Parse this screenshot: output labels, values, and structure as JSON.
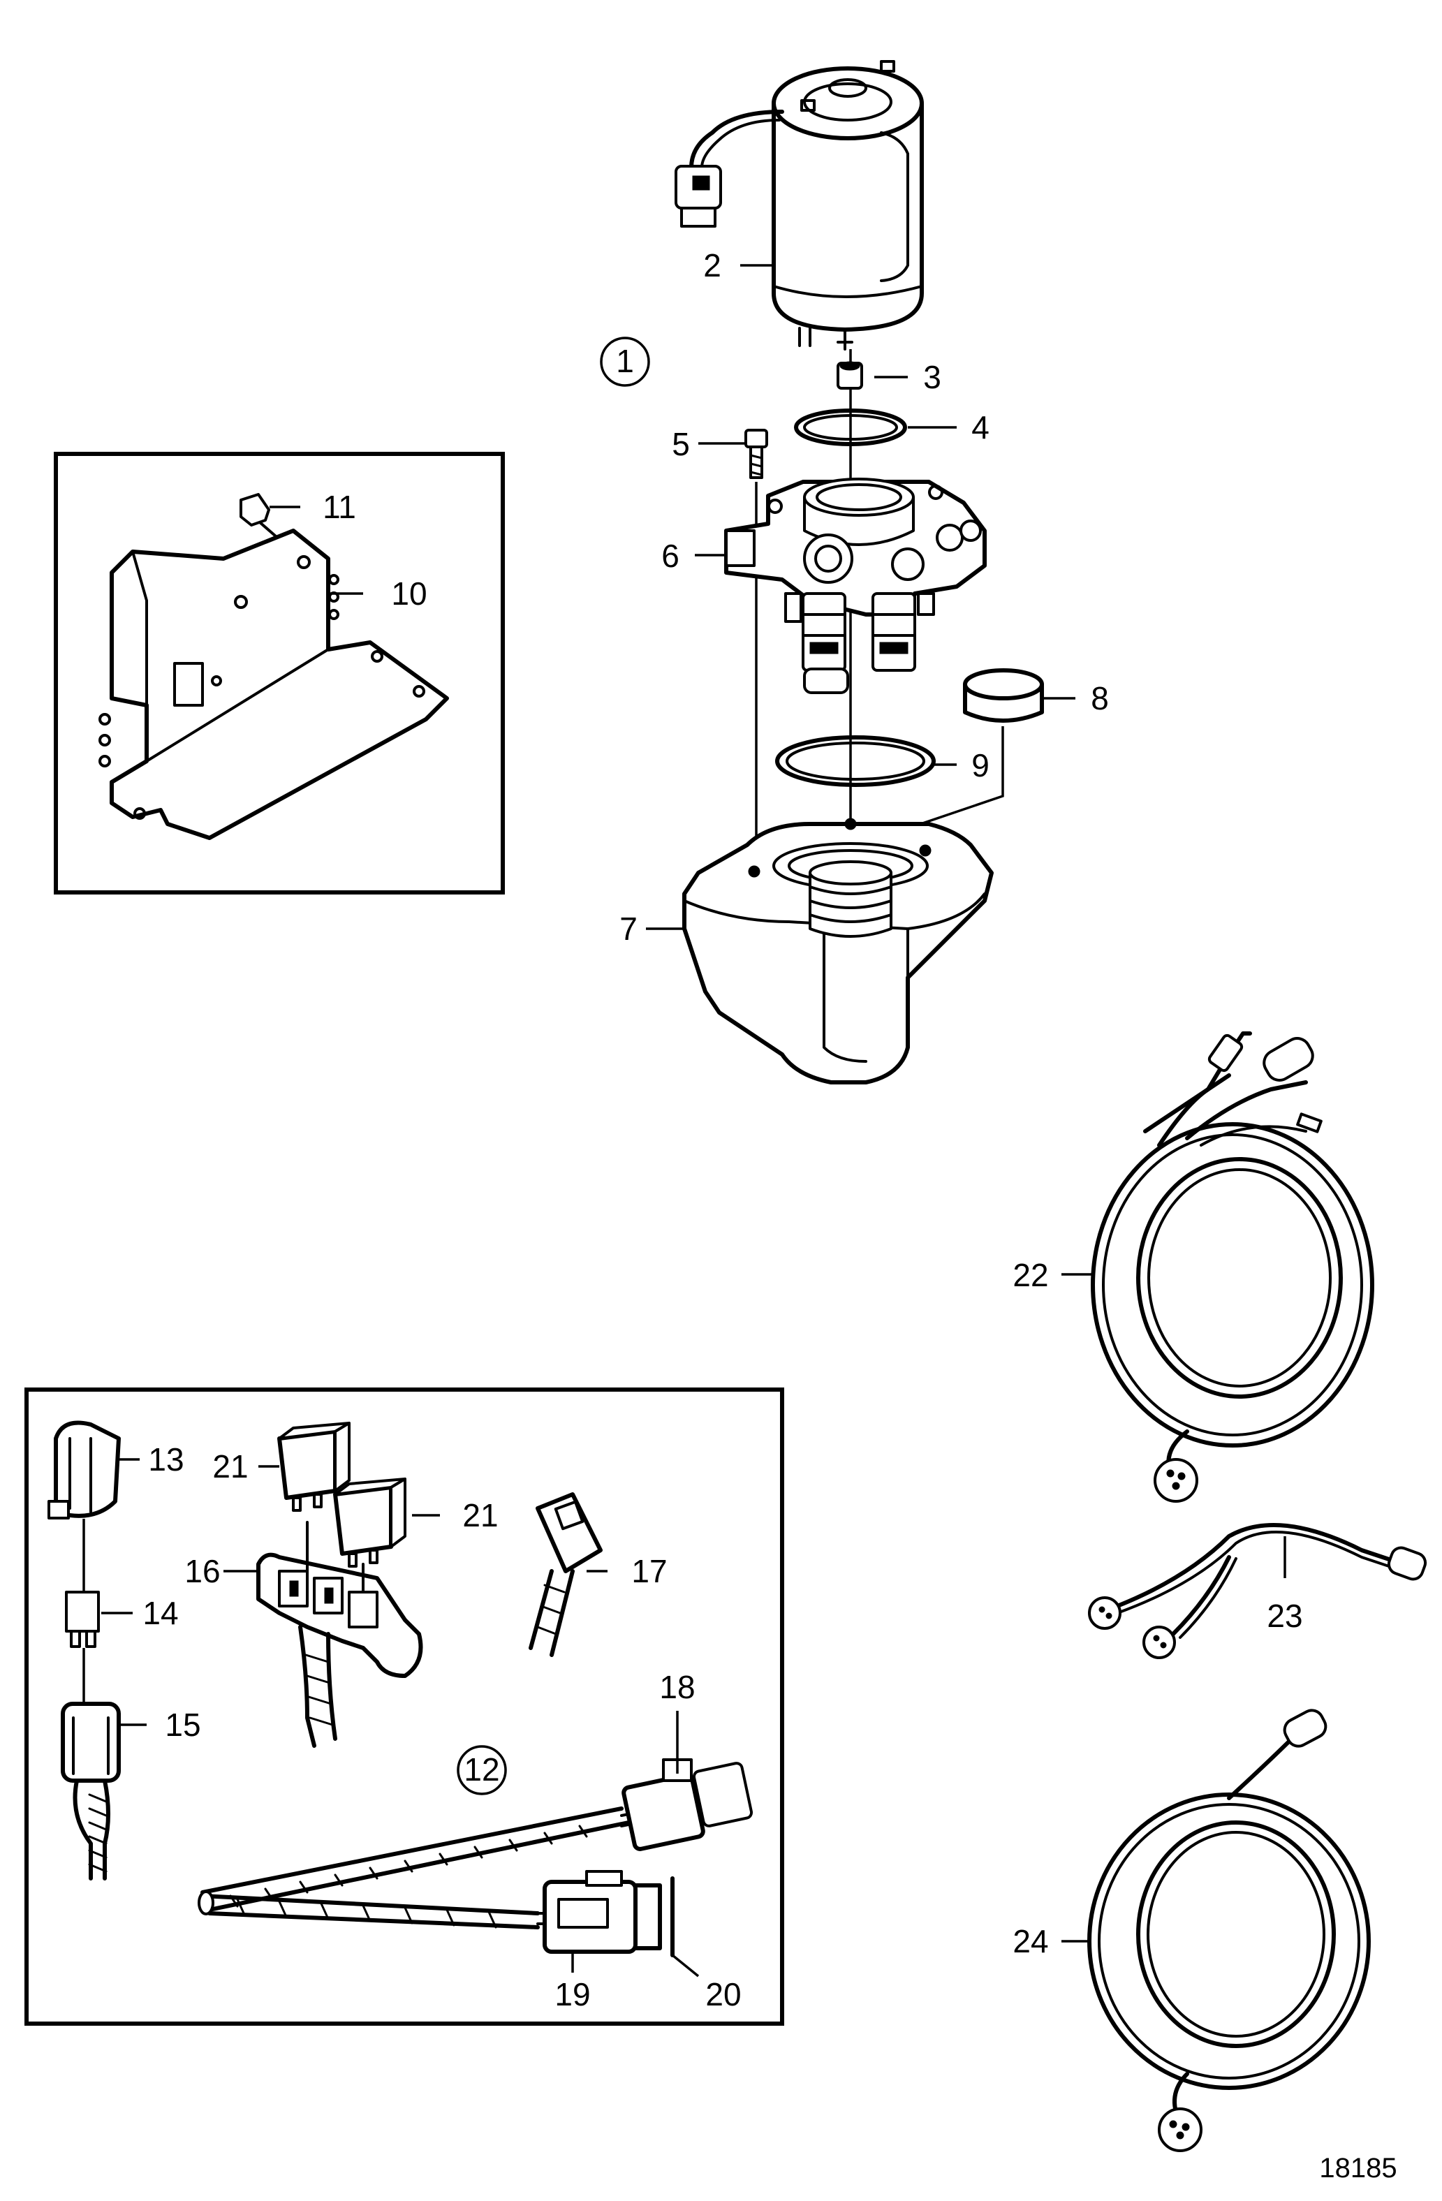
{
  "drawing_number": "18185",
  "callouts": {
    "c1": "1",
    "c2": "2",
    "c3": "3",
    "c4": "4",
    "c5": "5",
    "c6": "6",
    "c7": "7",
    "c8": "8",
    "c9": "9",
    "c10": "10",
    "c11": "11",
    "c12": "12",
    "c13": "13",
    "c14": "14",
    "c15": "15",
    "c16": "16",
    "c17": "17",
    "c18": "18",
    "c19": "19",
    "c20": "20",
    "c21a": "21",
    "c21b": "21",
    "c22": "22",
    "c23": "23",
    "c24": "24"
  }
}
